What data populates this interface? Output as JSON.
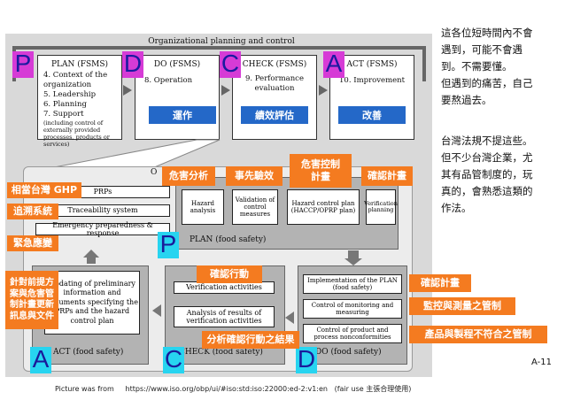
{
  "top": {
    "title": "Organizational planning and control",
    "boxes": [
      {
        "letter": "P",
        "title": "PLAN (FSMS)",
        "items": [
          "4. Context of the organization",
          "5. Leadership",
          "6. Planning",
          "7. Support"
        ],
        "support_note": "(including control of externally provided processes, products or services)"
      },
      {
        "letter": "D",
        "title": "DO (FSMS)",
        "items": [
          "8. Operation"
        ],
        "tag": "運作"
      },
      {
        "letter": "C",
        "title": "CHECK (FSMS)",
        "items": [
          "9. Performance evaluation"
        ],
        "tag": "績效評估"
      },
      {
        "letter": "A",
        "title": "ACT (FSMS)",
        "items": [
          "10. Improvement"
        ],
        "tag": "改善"
      }
    ]
  },
  "right_text": {
    "para1": [
      "這各位短時間內不會",
      "遇到，可能不會遇",
      "到。不需要懂。",
      "但遇到的痛苦，自己",
      "要熬過去。"
    ],
    "para2": [
      "台灣法規不提這些。",
      "但不少台灣企業，尤",
      "其有品管制度的，玩",
      "真的，會熟悉這類的",
      "作法。"
    ]
  },
  "operational": {
    "title_fragment": "O",
    "left_list": [
      "PRPs",
      "Traceability system",
      "Emergency preparedness & response"
    ],
    "plan_boxes": [
      "Hazard analysis",
      "Validation of control measures",
      "Hazard control plan (HACCP/OPRP plan)",
      "Verification planning"
    ],
    "plan_label": "PLAN (food safety)",
    "plan_letter": "P",
    "do_items": [
      "Implementation of the PLAN (food safety)",
      "Control of monitoring and measuring",
      "Control of product and process nonconformities"
    ],
    "do_label": "DO (food safety)",
    "do_letter": "D",
    "check_items": [
      "Verification activities",
      "Analysis of results of verification activities"
    ],
    "check_label": "CHECK (food safety)",
    "check_letter": "C",
    "act_text": "Updating of preliminary information and documents specifying the PRPs and the hazard control plan",
    "act_label": "ACT (food safety)",
    "act_letter": "A"
  },
  "annotations": {
    "hazard_analysis": "危害分析",
    "pre_validation": "事先驗效",
    "hazard_control_plan": "危害控制\n計畫",
    "confirm_plan_top": "確認計畫",
    "taiwan_ghp": "相當台灣 GHP",
    "traceability": "追溯系統",
    "emergency": "緊急應變",
    "ack_update": "針對前提方\n案與危害管\n制計畫更新\n訊息與文件",
    "verification_action": "確認行動",
    "analyse_results": "分析確認行動之結果",
    "confirm_plan_do": "確認計畫",
    "monitoring": "監控與測量之管制",
    "nonconformity": "產品與製程不符合之管制"
  },
  "page_number": "A-11",
  "footer": {
    "prefix": "Picture was from",
    "url": "https://www.iso.org/obp/ui/#iso:std:iso:22000:ed-2:v1:en",
    "note": "(fair use  主張合理使用)"
  },
  "colors": {
    "tag_orange": "#f47b20",
    "tag_blue": "#2468c8",
    "letter_pink": "#d63bd6",
    "letter_blue": "#1f7bd6",
    "letter_cyan": "#27d4f0",
    "frame_gray": "#d9d9d9"
  }
}
